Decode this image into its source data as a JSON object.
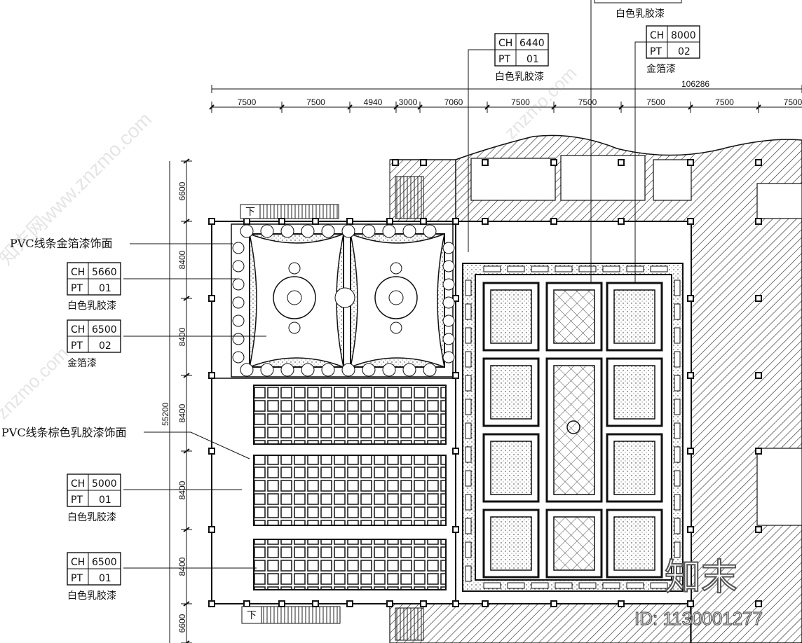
{
  "top_tags": [
    {
      "ch": "6440",
      "pt": "01",
      "note": "白色乳胶漆"
    },
    {
      "ch": "8000",
      "pt": "02",
      "note": "金箔漆"
    }
  ],
  "top_cut_note": "白色乳胶漆",
  "left_tags": [
    {
      "ch": "5660",
      "pt": "01",
      "note": "白色乳胶漆"
    },
    {
      "ch": "6500",
      "pt": "02",
      "note": "金箔漆"
    },
    {
      "ch": "5000",
      "pt": "01",
      "note": "白色乳胶漆"
    },
    {
      "ch": "6500",
      "pt": "01",
      "note": "白色乳胶漆"
    }
  ],
  "callouts": [
    "PVC线条金箔漆饰面",
    "PVC线条棕色乳胶漆饰面"
  ],
  "ch_label": "CH",
  "pt_label": "PT",
  "overall_dimension": "106286",
  "top_dimensions": [
    "7500",
    "7500",
    "4940",
    "3000",
    "7060",
    "7500",
    "7500",
    "7500",
    "7500",
    "7500"
  ],
  "left_dimensions": [
    "6600",
    "8400",
    "8400",
    "8400",
    "8400",
    "8400",
    "6600"
  ],
  "left_total": "55200",
  "stair_labels": [
    "下",
    "下"
  ],
  "watermarks": [
    "知末网www.znzmo.com",
    "znzmo.com",
    "znzmo.com"
  ],
  "brand_logo": "知末",
  "brand_id": "ID: 1130001277"
}
